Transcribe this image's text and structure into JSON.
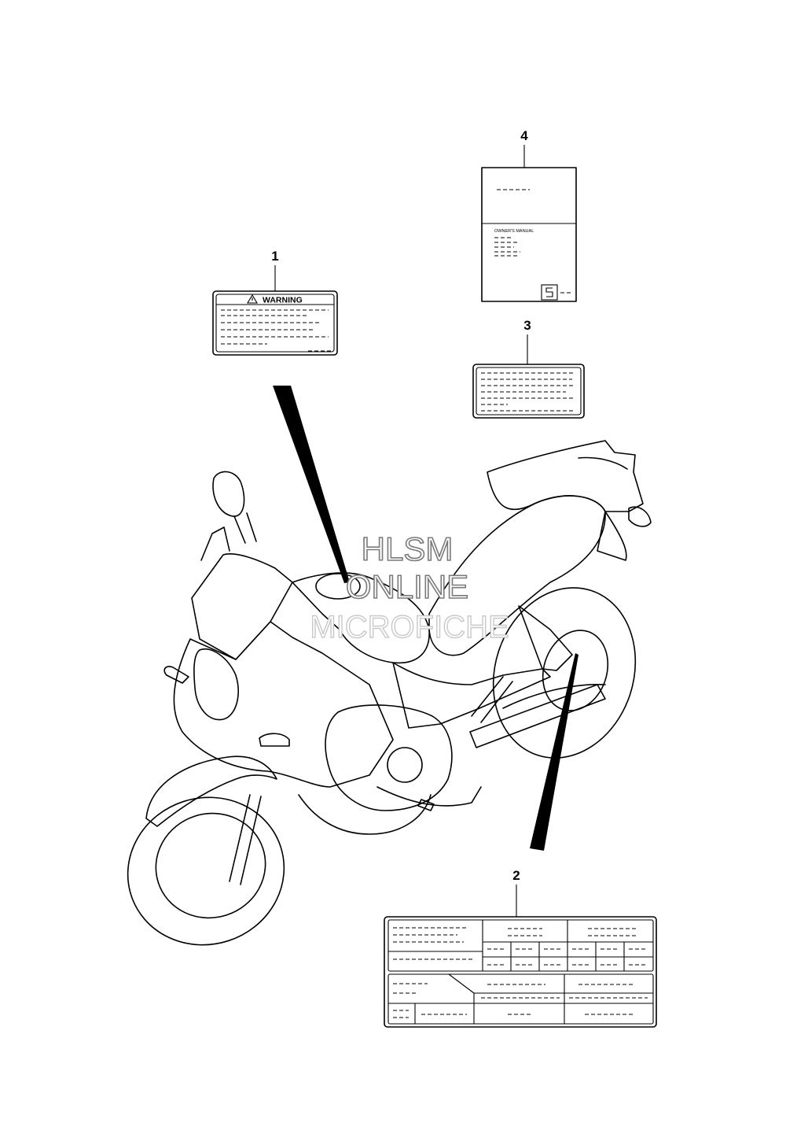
{
  "callouts": {
    "c1": "1",
    "c2": "2",
    "c3": "3",
    "c4": "4"
  },
  "labels": {
    "warning_label_title": "WARNING",
    "manual_subtitle": "OWNER'S MANUAL"
  },
  "watermark": {
    "line1": "HLSM",
    "line2": "ONLINE",
    "line3": "MICROFICHE"
  },
  "icons": {
    "warning_triangle": "warning-triangle-icon",
    "brand_logo": "suzuki-s-logo-icon"
  },
  "colors": {
    "line": "#000000",
    "background": "#ffffff",
    "watermark_outline": "#7a7a7a"
  }
}
